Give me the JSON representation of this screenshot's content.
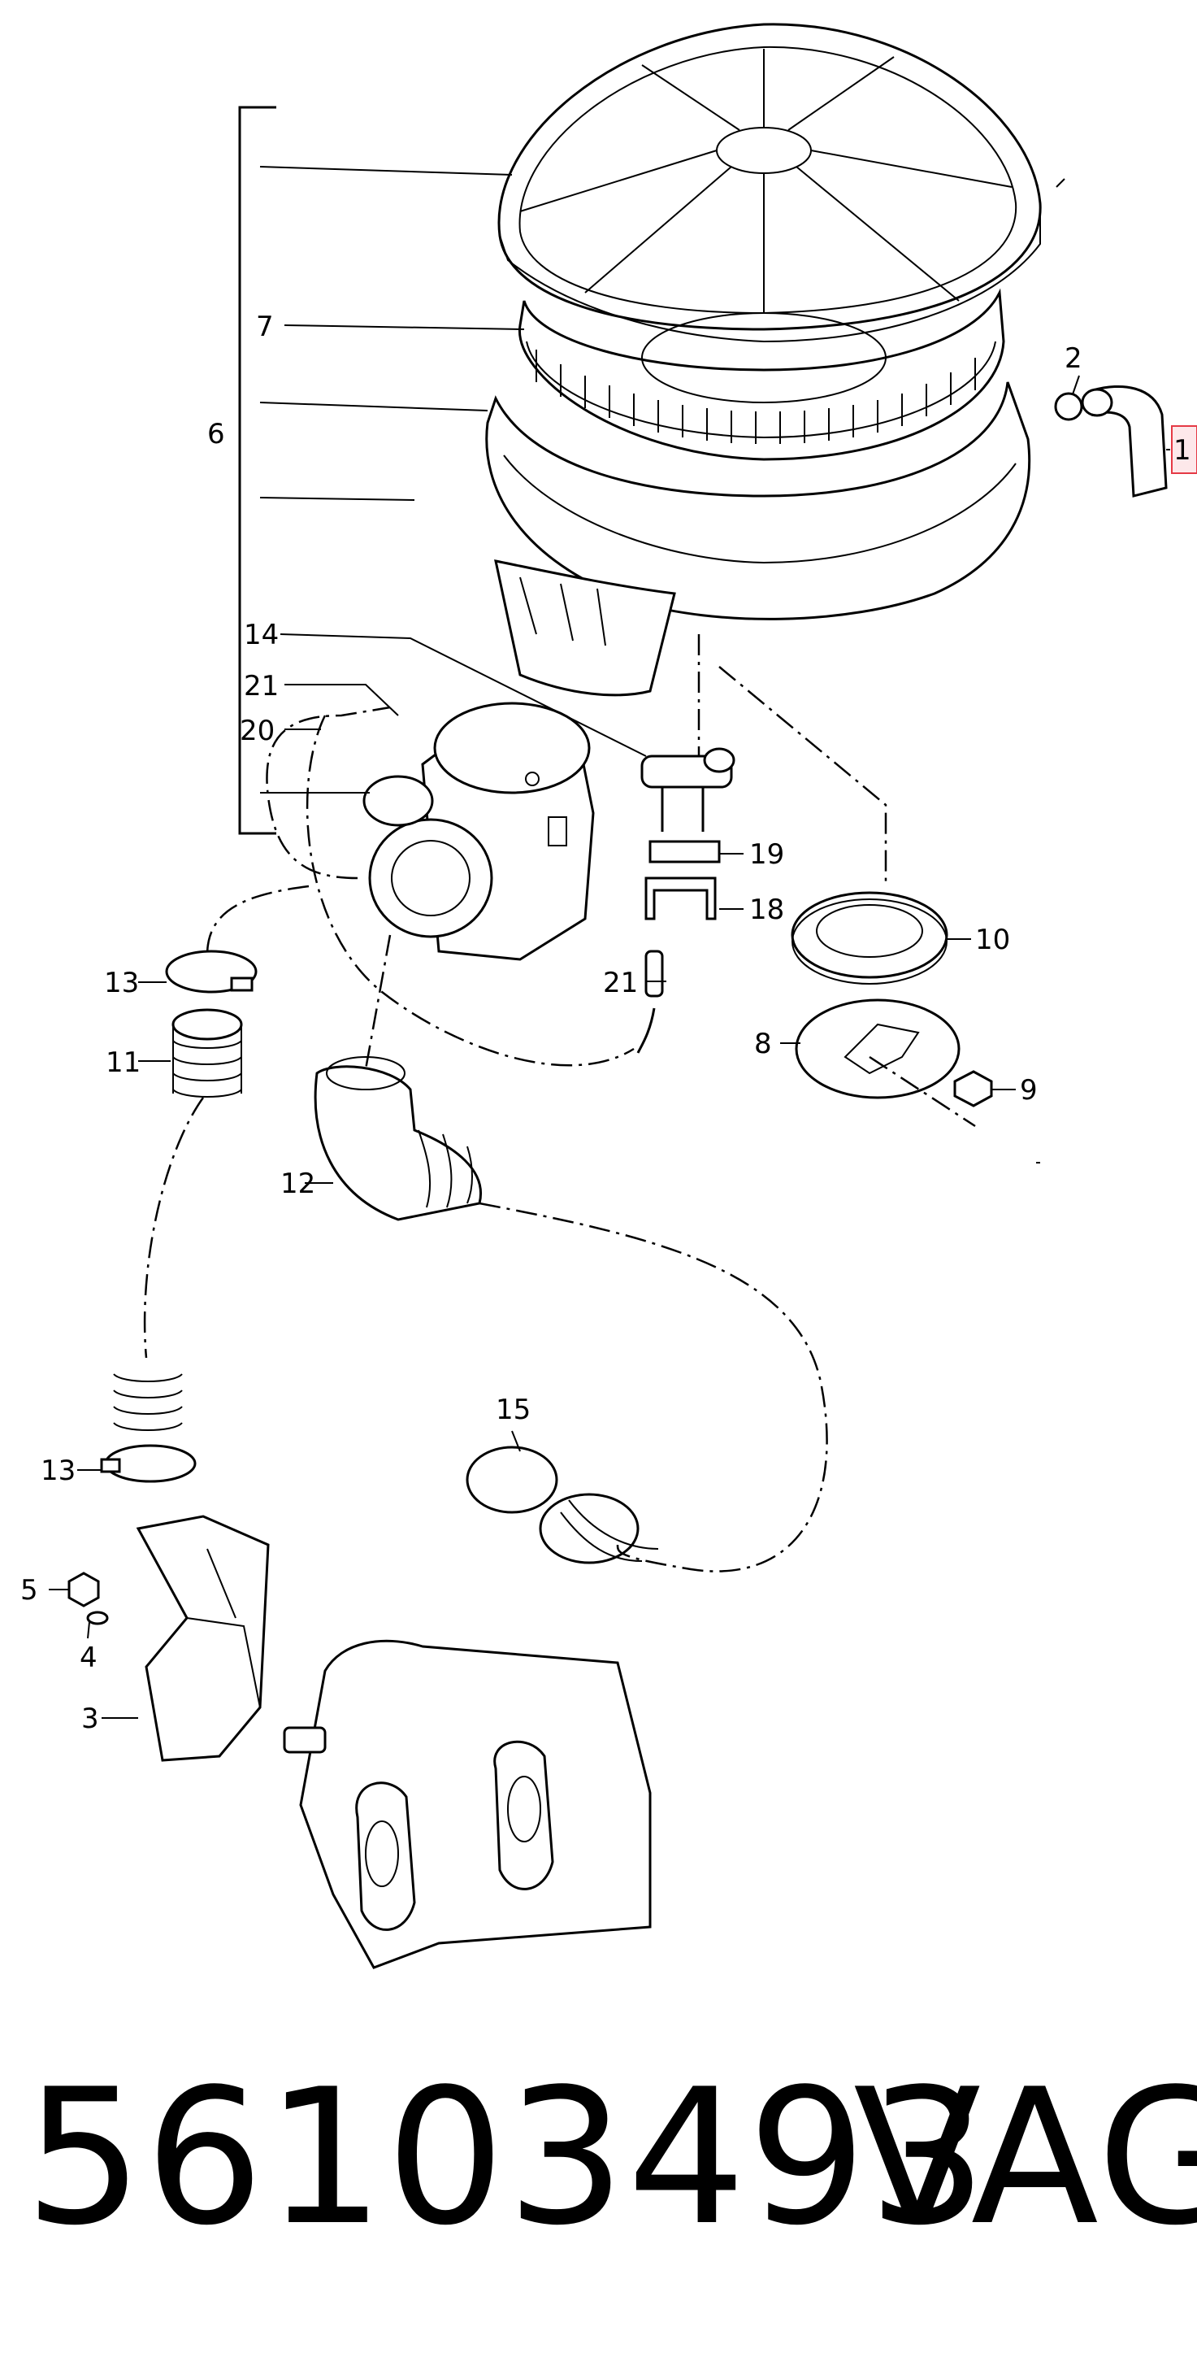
{
  "callouts": {
    "c1": "1",
    "c2": "2",
    "c3": "3",
    "c4": "4",
    "c5": "5",
    "c6": "6",
    "c7": "7",
    "c8": "8",
    "c9": "9",
    "c10": "10",
    "c11": "11",
    "c12": "12",
    "c13a": "13",
    "c13b": "13",
    "c14": "14",
    "c15": "15",
    "c18": "18",
    "c19": "19",
    "c20": "20",
    "c21a": "21",
    "c21b": "21"
  },
  "highlight_color": "#e53945",
  "footer": {
    "part_number": "56103493",
    "brand": "VAG"
  }
}
